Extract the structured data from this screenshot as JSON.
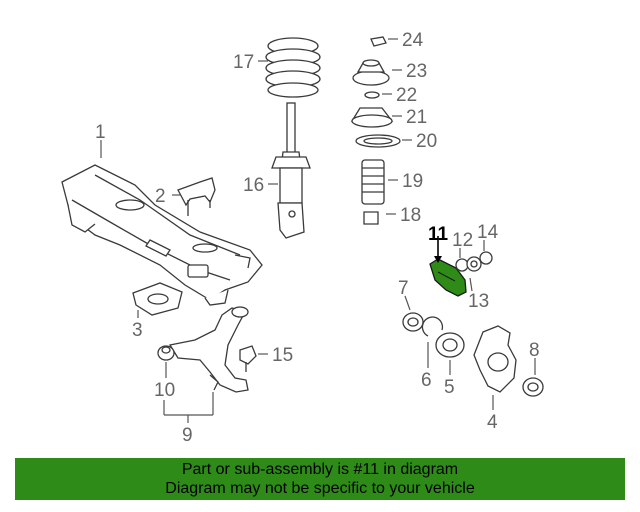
{
  "diagram": {
    "highlighted_part": "11",
    "colors": {
      "highlight": "#2e8b18",
      "line": "#3a3a3a",
      "label": "#666666"
    },
    "callouts": [
      "1",
      "2",
      "3",
      "4",
      "5",
      "6",
      "7",
      "8",
      "9",
      "10",
      "11",
      "12",
      "13",
      "14",
      "15",
      "16",
      "17",
      "18",
      "19",
      "20",
      "21",
      "22",
      "23",
      "24"
    ]
  },
  "footer": {
    "line1": "Part or sub-assembly is #11 in diagram",
    "line2": "Diagram may not be specific to your vehicle",
    "background": "#2e8b18"
  }
}
